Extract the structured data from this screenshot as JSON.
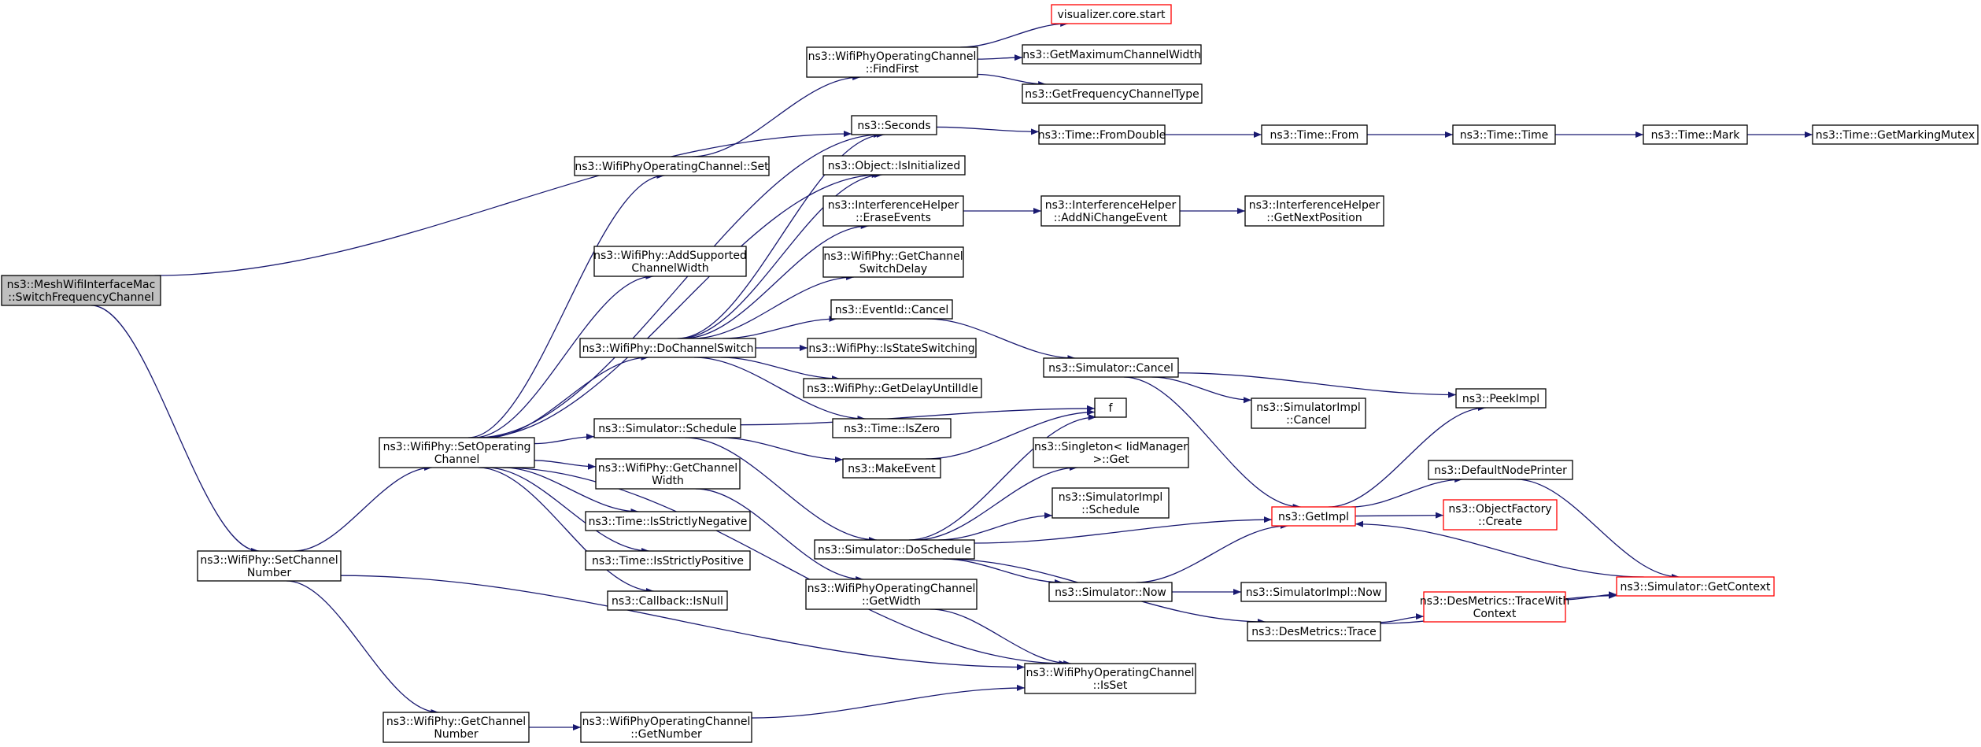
{
  "colors": {
    "edge": "#191970",
    "root_fill": "#bfbfbf",
    "external_border": "#ff0000",
    "node_border": "#000000"
  },
  "nodes": {
    "root": [
      "ns3::MeshWifiInterfaceMac",
      "::SwitchFrequencyChannel"
    ],
    "setchan": [
      "ns3::WifiPhy::SetChannel",
      "Number"
    ],
    "setop": [
      "ns3::WifiPhy::SetOperating",
      "Channel"
    ],
    "getchannum": [
      "ns3::WifiPhy::GetChannel",
      "Number"
    ],
    "getnumber": [
      "ns3::WifiPhyOperatingChannel",
      "::GetNumber"
    ],
    "isset": [
      "ns3::WifiPhyOperatingChannel",
      "::IsSet"
    ],
    "opset": [
      "ns3::WifiPhyOperatingChannel::Set"
    ],
    "findfirst": [
      "ns3::WifiPhyOperatingChannel",
      "::FindFirst"
    ],
    "viz": [
      "visualizer.core.start"
    ],
    "getmaxcw": [
      "ns3::GetMaximumChannelWidth"
    ],
    "getfreqtype": [
      "ns3::GetFrequencyChannelType"
    ],
    "seconds": [
      "ns3::Seconds"
    ],
    "fromdouble": [
      "ns3::Time::FromDouble"
    ],
    "from": [
      "ns3::Time::From"
    ],
    "timetime": [
      "ns3::Time::Time"
    ],
    "mark": [
      "ns3::Time::Mark"
    ],
    "getmarking": [
      "ns3::Time::GetMarkingMutex"
    ],
    "addsupp": [
      "ns3::WifiPhy::AddSupported",
      "ChannelWidth"
    ],
    "doswitch": [
      "ns3::WifiPhy::DoChannelSwitch"
    ],
    "isinit": [
      "ns3::Object::IsInitialized"
    ],
    "erase": [
      "ns3::InterferenceHelper",
      "::EraseEvents"
    ],
    "addni": [
      "ns3::InterferenceHelper",
      "::AddNiChangeEvent"
    ],
    "getnext": [
      "ns3::InterferenceHelper",
      "::GetNextPosition"
    ],
    "getswitchdelay": [
      "ns3::WifiPhy::GetChannel",
      "SwitchDelay"
    ],
    "evcancel": [
      "ns3::EventId::Cancel"
    ],
    "isstate": [
      "ns3::WifiPhy::IsStateSwitching"
    ],
    "getdelay": [
      "ns3::WifiPhy::GetDelayUntilIdle"
    ],
    "iszero": [
      "ns3::Time::IsZero"
    ],
    "simschedule": [
      "ns3::Simulator::Schedule"
    ],
    "getchanwidth": [
      "ns3::WifiPhy::GetChannel",
      "Width"
    ],
    "getwidth": [
      "ns3::WifiPhyOperatingChannel",
      "::GetWidth"
    ],
    "strictneg": [
      "ns3::Time::IsStrictlyNegative"
    ],
    "strictpos": [
      "ns3::Time::IsStrictlyPositive"
    ],
    "isnull": [
      "ns3::Callback::IsNull"
    ],
    "makeevent": [
      "ns3::MakeEvent"
    ],
    "f": [
      "f"
    ],
    "simcancel": [
      "ns3::Simulator::Cancel"
    ],
    "implcancel": [
      "ns3::SimulatorImpl",
      "::Cancel"
    ],
    "peekimpl": [
      "ns3::PeekImpl"
    ],
    "singleton": [
      "ns3::Singleton< IidManager",
      " >::Get"
    ],
    "implschedule": [
      "ns3::SimulatorImpl",
      "::Schedule"
    ],
    "doschedule": [
      "ns3::Simulator::DoSchedule"
    ],
    "getimpl": [
      "ns3::GetImpl"
    ],
    "defaultnode": [
      "ns3::DefaultNodePrinter"
    ],
    "objfactory": [
      "ns3::ObjectFactory",
      "::Create"
    ],
    "simnow": [
      "ns3::Simulator::Now"
    ],
    "implnow": [
      "ns3::SimulatorImpl::Now"
    ],
    "trace": [
      "ns3::DesMetrics::Trace"
    ],
    "tracewith": [
      "ns3::DesMetrics::TraceWith",
      "Context"
    ],
    "getcontext": [
      "ns3::Simulator::GetContext"
    ]
  },
  "edges": [
    [
      "root",
      "seconds"
    ],
    [
      "root",
      "setchan"
    ],
    [
      "setchan",
      "setop"
    ],
    [
      "setchan",
      "getchannum"
    ],
    [
      "setchan",
      "isset"
    ],
    [
      "getchannum",
      "getnumber"
    ],
    [
      "getnumber",
      "isset"
    ],
    [
      "setop",
      "opset"
    ],
    [
      "setop",
      "seconds"
    ],
    [
      "setop",
      "addsupp"
    ],
    [
      "setop",
      "doswitch"
    ],
    [
      "setop",
      "isinit"
    ],
    [
      "setop",
      "simschedule"
    ],
    [
      "setop",
      "getchanwidth"
    ],
    [
      "setop",
      "strictneg"
    ],
    [
      "setop",
      "strictpos"
    ],
    [
      "setop",
      "isnull"
    ],
    [
      "setop",
      "isset"
    ],
    [
      "opset",
      "findfirst"
    ],
    [
      "findfirst",
      "viz"
    ],
    [
      "findfirst",
      "getmaxcw"
    ],
    [
      "findfirst",
      "getfreqtype"
    ],
    [
      "seconds",
      "fromdouble"
    ],
    [
      "fromdouble",
      "from"
    ],
    [
      "from",
      "timetime"
    ],
    [
      "timetime",
      "mark"
    ],
    [
      "mark",
      "getmarking"
    ],
    [
      "doswitch",
      "seconds"
    ],
    [
      "doswitch",
      "isinit"
    ],
    [
      "doswitch",
      "erase"
    ],
    [
      "doswitch",
      "getswitchdelay"
    ],
    [
      "doswitch",
      "evcancel"
    ],
    [
      "doswitch",
      "isstate"
    ],
    [
      "doswitch",
      "getdelay"
    ],
    [
      "doswitch",
      "iszero"
    ],
    [
      "erase",
      "addni"
    ],
    [
      "addni",
      "getnext"
    ],
    [
      "evcancel",
      "simcancel"
    ],
    [
      "simcancel",
      "implcancel"
    ],
    [
      "simcancel",
      "peekimpl"
    ],
    [
      "simcancel",
      "getimpl"
    ],
    [
      "simschedule",
      "makeevent"
    ],
    [
      "simschedule",
      "doschedule"
    ],
    [
      "simschedule",
      "f"
    ],
    [
      "makeevent",
      "f"
    ],
    [
      "getchanwidth",
      "getwidth"
    ],
    [
      "getwidth",
      "isset"
    ],
    [
      "doschedule",
      "singleton"
    ],
    [
      "doschedule",
      "implschedule"
    ],
    [
      "doschedule",
      "getimpl"
    ],
    [
      "doschedule",
      "simnow"
    ],
    [
      "doschedule",
      "trace"
    ],
    [
      "doschedule",
      "f"
    ],
    [
      "getimpl",
      "peekimpl"
    ],
    [
      "getimpl",
      "defaultnode"
    ],
    [
      "getimpl",
      "objfactory"
    ],
    [
      "defaultnode",
      "getcontext"
    ],
    [
      "getcontext",
      "getimpl"
    ],
    [
      "simnow",
      "getimpl"
    ],
    [
      "simnow",
      "implnow"
    ],
    [
      "trace",
      "tracewith"
    ],
    [
      "trace",
      "getcontext"
    ],
    [
      "tracewith",
      "getcontext"
    ]
  ]
}
